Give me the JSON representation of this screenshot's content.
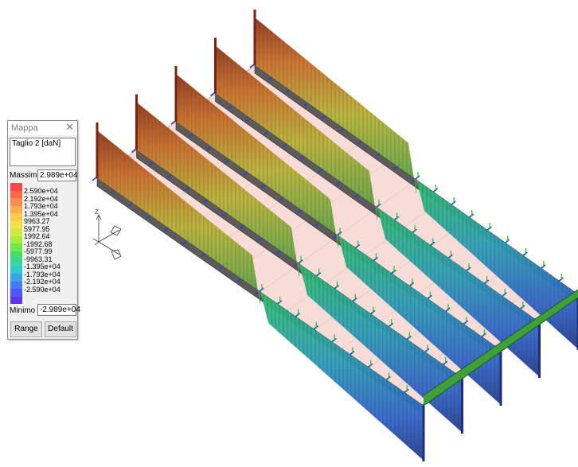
{
  "window": {
    "title": "Mappa",
    "close_icon": "close-icon",
    "quantity": "Taglio 2 [daN]",
    "max_label": "Massimo",
    "max_value": "2.989e+04",
    "min_label": "Minimo",
    "min_value": "-2.989e+04",
    "range_button": "Range",
    "default_button": "Default",
    "legend_values": [
      "2.590e+04",
      "2.192e+04",
      "1.793e+04",
      "1.395e+04",
      "9963.27",
      "5977.95",
      "1992.64",
      "-1992.68",
      "-5977.99",
      "-9963.31",
      "-1.395e+04",
      "-1.793e+04",
      "-2.192e+04",
      "-2.590e+04"
    ],
    "legend_colors": [
      "#ff4545",
      "#ff6a4a",
      "#ff8c4d",
      "#ffab4f",
      "#ffc94e",
      "#f4df45",
      "#d3e93f",
      "#a5ee3c",
      "#6fe84a",
      "#45dc6a",
      "#36d6a0",
      "#33c7cf",
      "#3aa3e8",
      "#437ef0",
      "#5156f2",
      "#6035ec"
    ]
  },
  "axes": {
    "z_label": "Z"
  }
}
